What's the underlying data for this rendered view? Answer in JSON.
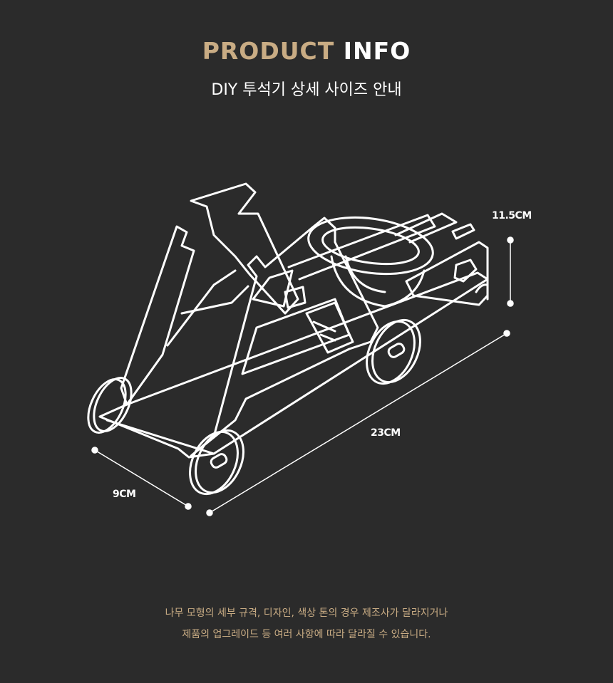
{
  "header": {
    "title_part1": "PRODUCT",
    "title_part2": "INFO",
    "subtitle": "DIY 투석기 상세 사이즈 안내"
  },
  "dimensions": {
    "height": "11.5CM",
    "length": "23CM",
    "width": "9CM"
  },
  "notes": {
    "line1": "나무 모형의 세부 규격, 디자인, 색상 톤의 경우 제조사가 달라지거나",
    "line2": "제품의 업그레이드 등 여러 사항에 따라 달라질 수 있습니다."
  },
  "colors": {
    "background": "#2b2b2b",
    "accent": "#c9ac84",
    "text": "#ffffff"
  }
}
